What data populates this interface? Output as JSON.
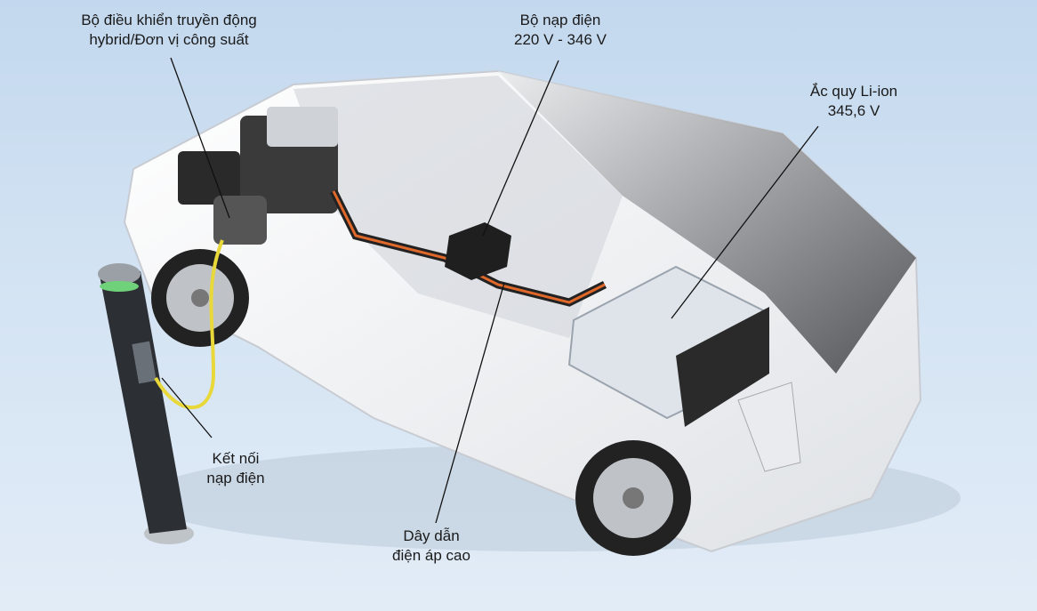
{
  "labels": {
    "power_control": {
      "line1": "Bộ điều khiển truyền động",
      "line2": "hybrid/Đơn vị công suất"
    },
    "charger": {
      "line1": "Bộ nạp điện",
      "line2": "220 V - 346 V"
    },
    "battery": {
      "line1": "Ắc quy Li-ion",
      "line2": "345,6 V"
    },
    "charge_port": {
      "line1": "Kết nối",
      "line2": "nạp điện"
    },
    "hv_cable": {
      "line1": "Dây dẫn",
      "line2": "điện áp cao"
    }
  },
  "colors": {
    "cable": "#e0682a",
    "charge_cable": "#e8d83a",
    "car_body": "#f4f5f6"
  }
}
